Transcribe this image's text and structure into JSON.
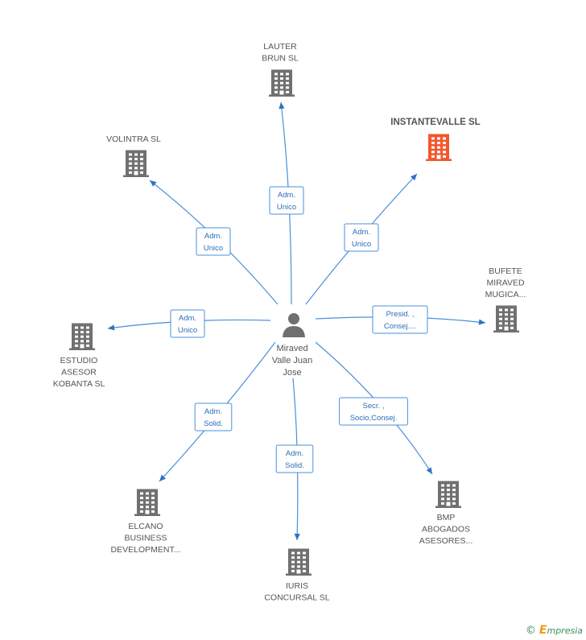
{
  "center": {
    "name_lines": [
      "Miraved",
      "Valle Juan",
      "Jose"
    ],
    "icon": "person-icon"
  },
  "companies": [
    {
      "id": "lauter",
      "lines": [
        "LAUTER",
        "BRUN SL"
      ],
      "highlight": false,
      "icon": "building-icon"
    },
    {
      "id": "instantevalle",
      "lines": [
        "INSTANTEVALLE SL"
      ],
      "highlight": true,
      "icon": "building-icon",
      "color": "#f2572c"
    },
    {
      "id": "volintra",
      "lines": [
        "VOLINTRA SL"
      ],
      "highlight": false,
      "icon": "building-icon"
    },
    {
      "id": "bufete",
      "lines": [
        "BUFETE",
        "MIRAVED",
        "MUGICA..."
      ],
      "highlight": false,
      "icon": "building-icon"
    },
    {
      "id": "estudio",
      "lines": [
        "ESTUDIO",
        "ASESOR",
        "KOBANTA SL"
      ],
      "highlight": false,
      "icon": "building-icon"
    },
    {
      "id": "elcano",
      "lines": [
        "ELCANO",
        "BUSINESS",
        "DEVELOPMENT..."
      ],
      "highlight": false,
      "icon": "building-icon"
    },
    {
      "id": "iuris",
      "lines": [
        "IURIS",
        "CONCURSAL SL"
      ],
      "highlight": false,
      "icon": "building-icon"
    },
    {
      "id": "bmp",
      "lines": [
        "BMP",
        "ABOGADOS",
        "ASESORES..."
      ],
      "highlight": false,
      "icon": "building-icon"
    }
  ],
  "relations": [
    {
      "to": "lauter",
      "role_lines": [
        "Adm.",
        "Unico"
      ]
    },
    {
      "to": "instantevalle",
      "role_lines": [
        "Adm.",
        "Unico"
      ]
    },
    {
      "to": "volintra",
      "role_lines": [
        "Adm.",
        "Unico"
      ]
    },
    {
      "to": "bufete",
      "role_lines": [
        "Presid. ,",
        "Consej...."
      ]
    },
    {
      "to": "estudio",
      "role_lines": [
        "Adm.",
        "Unico"
      ]
    },
    {
      "to": "elcano",
      "role_lines": [
        "Adm.",
        "Solid."
      ]
    },
    {
      "to": "iuris",
      "role_lines": [
        "Adm.",
        "Solid."
      ]
    },
    {
      "to": "bmp",
      "role_lines": [
        "Secr. ,",
        "Socio,Consej."
      ]
    }
  ],
  "footer": {
    "copyright": "©",
    "brand_initial": "E",
    "brand_rest": "mpresia"
  },
  "colors": {
    "edge": "#4a90d9",
    "building": "#707070",
    "highlight": "#f2572c",
    "role_text": "#2d6db7"
  }
}
